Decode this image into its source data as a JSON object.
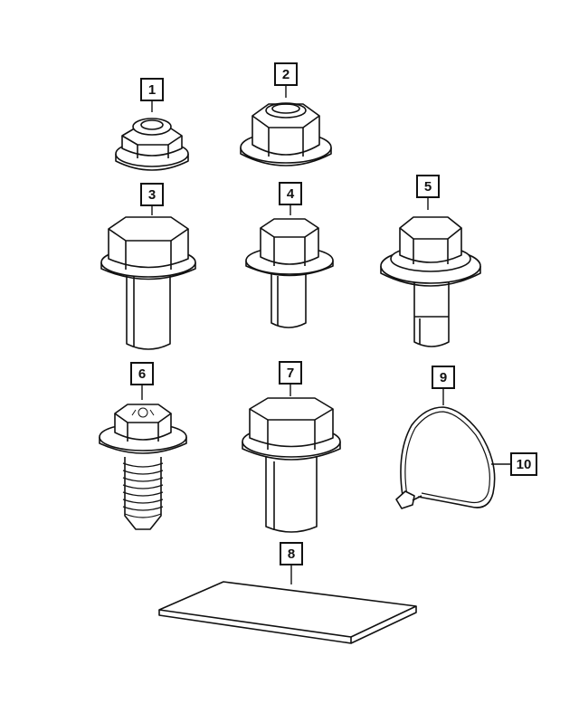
{
  "diagram": {
    "callouts": [
      {
        "id": "1",
        "label": "1"
      },
      {
        "id": "2",
        "label": "2"
      },
      {
        "id": "3",
        "label": "3"
      },
      {
        "id": "4",
        "label": "4"
      },
      {
        "id": "5",
        "label": "5"
      },
      {
        "id": "6",
        "label": "6"
      },
      {
        "id": "7",
        "label": "7"
      },
      {
        "id": "8",
        "label": "8"
      },
      {
        "id": "9",
        "label": "9"
      },
      {
        "id": "10",
        "label": "10"
      }
    ],
    "parts": [
      {
        "callout": "1",
        "icon": "flange-nut-small-icon"
      },
      {
        "callout": "2",
        "icon": "flange-nut-large-icon"
      },
      {
        "callout": "3",
        "icon": "flange-bolt-short-icon"
      },
      {
        "callout": "4",
        "icon": "flange-bolt-small-icon"
      },
      {
        "callout": "5",
        "icon": "bolt-with-washer-icon"
      },
      {
        "callout": "6",
        "icon": "threaded-flange-bolt-icon"
      },
      {
        "callout": "7",
        "icon": "flange-bolt-large-icon"
      },
      {
        "callout": "8",
        "icon": "pad-sheet-icon"
      },
      {
        "callout": "9",
        "icon": "cable-tie-icon"
      },
      {
        "callout": "10",
        "icon": "cable-tie-strap-icon"
      }
    ],
    "line_color": "#111111",
    "background": "#ffffff"
  }
}
